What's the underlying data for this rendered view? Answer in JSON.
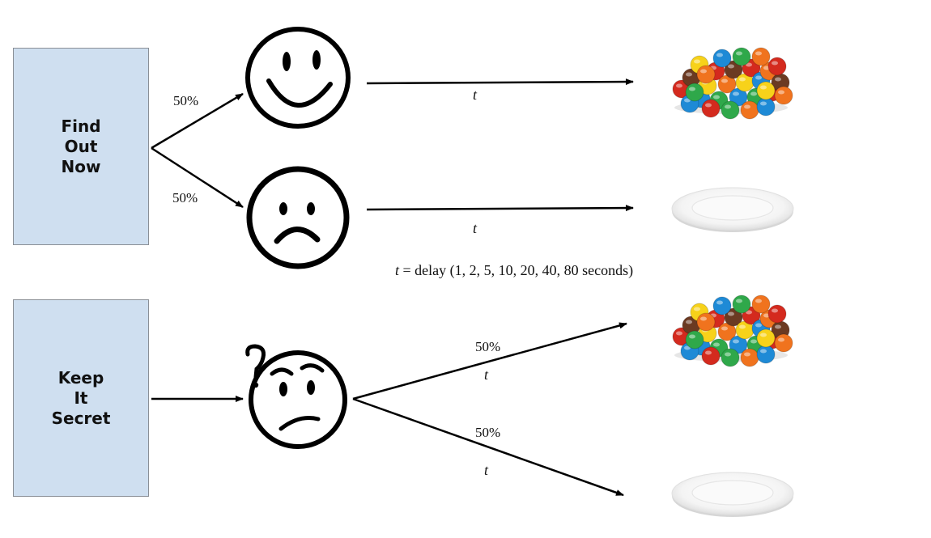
{
  "boxes": {
    "find_out_now": [
      "Find",
      "Out",
      "Now"
    ],
    "keep_it_secret": [
      "Keep",
      "It",
      "Secret"
    ]
  },
  "labels": {
    "find_happy_pct": "50%",
    "find_sad_pct": "50%",
    "keep_candy_pct": "50%",
    "keep_plate_pct": "50%",
    "t_happy": "t",
    "t_sad": "t",
    "t_keep_candy": "t",
    "t_keep_plate": "t"
  },
  "legend": {
    "var": "t",
    "text": " = delay (1, 2, 5, 10, 20, 40, 80 seconds)"
  },
  "icons": {
    "happy": "happy-face-icon",
    "sad": "sad-face-icon",
    "unsure": "questioning-face-icon",
    "candy": "candy-pile-image",
    "plate": "empty-plate-image"
  },
  "colors": {
    "box_fill": "#cfdff0",
    "box_border": "#8a8f96",
    "candy": [
      "#d42a1e",
      "#1e8ad6",
      "#f7d21a",
      "#2fa84a",
      "#6b3a22",
      "#f0731e"
    ]
  }
}
